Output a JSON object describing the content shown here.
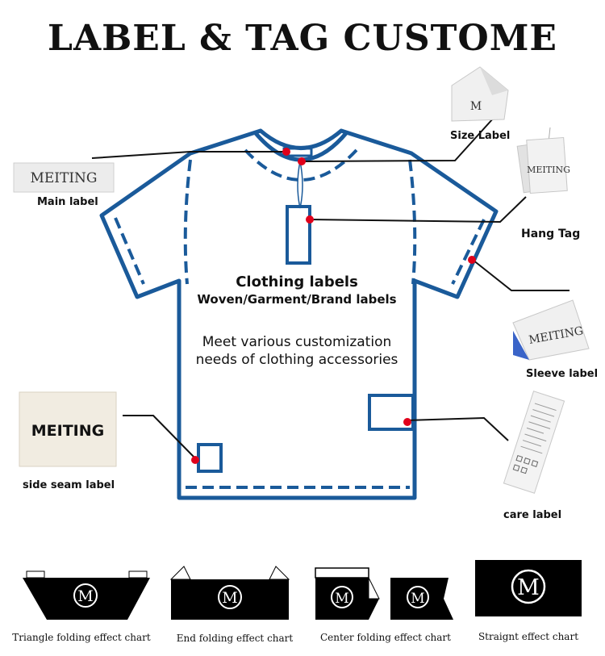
{
  "title": "LABEL & TAG CUSTOME",
  "center": {
    "heading": "Clothing labels",
    "subheading": "Woven/Garment/Brand labels",
    "description_line1": "Meet various customization",
    "description_line2": "needs of clothing accessories"
  },
  "callouts": {
    "main_label": "Main label",
    "size_label": "Size Label",
    "hang_tag": "Hang Tag",
    "sleeve_label": "Sleeve label",
    "side_seam_label": "side seam label",
    "care_label": "care label"
  },
  "sample_text": {
    "brand": "MEITING",
    "size": "M"
  },
  "folding_charts": [
    {
      "caption": "Triangle folding effect chart",
      "logo": "M"
    },
    {
      "caption": "End folding effect chart",
      "logo": "M"
    },
    {
      "caption": "Center folding effect chart",
      "logo": "M"
    },
    {
      "caption": "Straignt effect chart",
      "logo": "M"
    }
  ],
  "colors": {
    "shirt_outline": "#1a5a9a",
    "marker": "#e0001b",
    "label_black": "#000000"
  }
}
